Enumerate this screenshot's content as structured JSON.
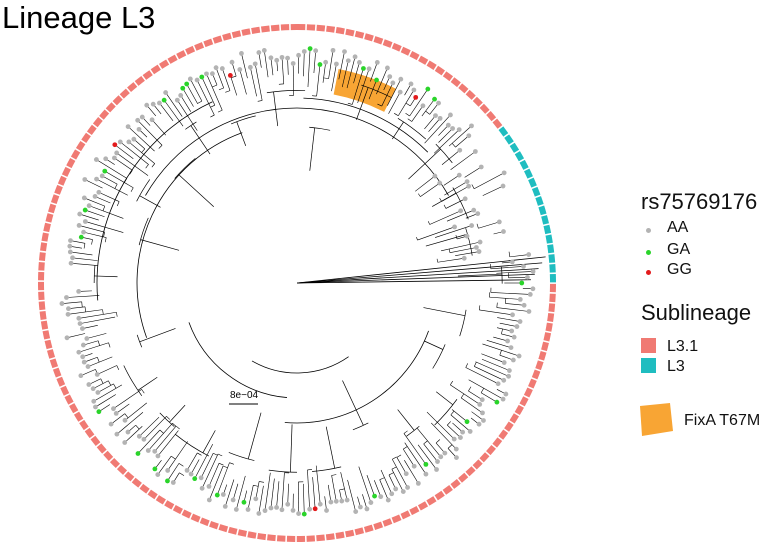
{
  "title": "Lineage L3",
  "scale_bar": {
    "label": "8e−04"
  },
  "legend": {
    "genotype": {
      "title": "rs75769176",
      "items": [
        {
          "label": "AA",
          "color": "#b3b3b3"
        },
        {
          "label": "GA",
          "color": "#2ad42a"
        },
        {
          "label": "GG",
          "color": "#e31a1c"
        }
      ]
    },
    "sublineage": {
      "title": "Sublineage",
      "items": [
        {
          "label": "L3.1",
          "color": "#f07a73"
        },
        {
          "label": "L3",
          "color": "#1fbdc0"
        }
      ]
    },
    "highlight": {
      "label": "FixA T67M",
      "color": "#f8a534"
    }
  }
}
